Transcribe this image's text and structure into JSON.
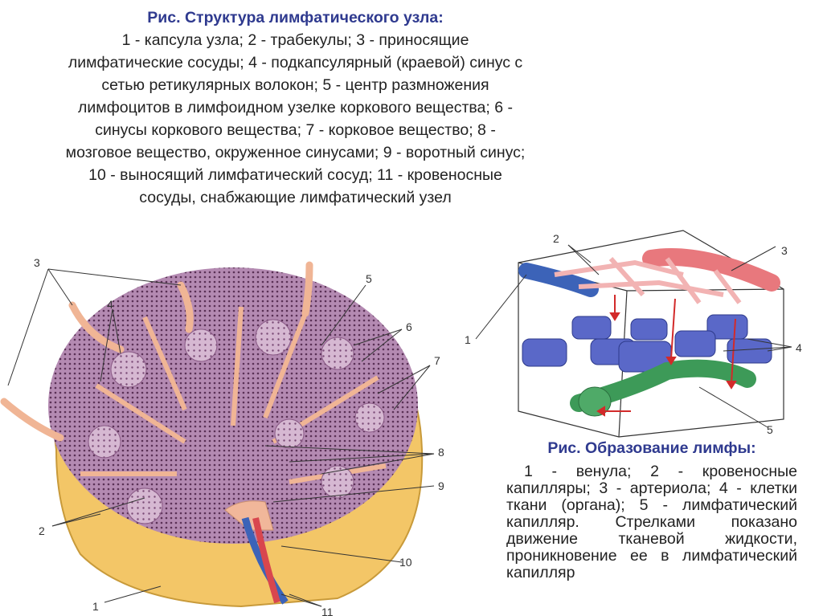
{
  "node_figure": {
    "caption_title": "Рис.  Структура лимфатического узла:",
    "caption_body": "1 - капсула узла; 2 - трабекулы; 3 - приносящие лимфатические сосуды; 4 - подкапсулярный (краевой) синус с сетью ретикулярных волокон; 5 - центр размножения лимфоцитов в лимфоидном узелке коркового вещества; 6 - синусы коркового вещества; 7 - корковое вещество; 8 - мозговое вещество, окруженное синусами; 9 - воротный синус; 10 - выносящий лимфатический сосуд; 11 - кровеносные сосуды, снабжающие лимфатический узел",
    "labels": [
      "1",
      "2",
      "3",
      "4",
      "5",
      "6",
      "7",
      "8",
      "9",
      "10",
      "11"
    ]
  },
  "lymph_figure": {
    "caption_title": "Рис. Образование лимфы:",
    "caption_body": "1 - венула; 2 - кровеносные капилляры; 3 - артериола; 4 - клетки ткани (органа); 5 - лимфатический капилляр. Стрелками показано движение тканевой жидкости, проникновение ее в лимфатический капилляр",
    "labels": [
      "1",
      "2",
      "3",
      "4",
      "5"
    ]
  },
  "colors": {
    "caption_title": "#2f3a8f",
    "capsule": "#f2c45e",
    "cortex": "#9c6a9a",
    "trabecula": "#f1b79a",
    "vein": "#3c63b8",
    "artery": "#e4525a",
    "tissue_cell": "#5a68c8",
    "lymph_capillary": "#3d9a58",
    "blood_capillary": "#f2b3b3"
  }
}
